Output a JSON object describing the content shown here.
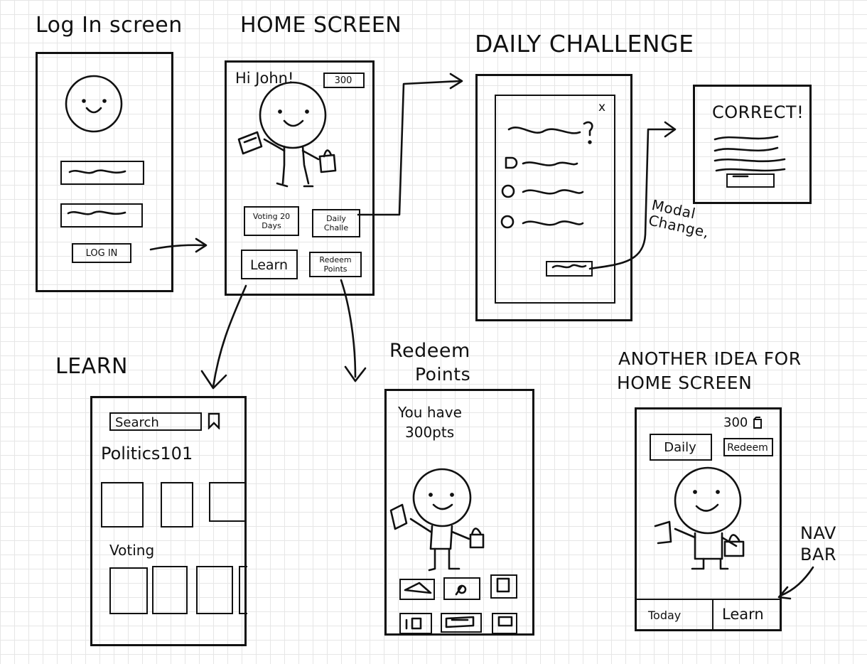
{
  "login": {
    "title": "Log In screen",
    "button": "LOG IN"
  },
  "home": {
    "title": "HOME SCREEN",
    "greeting": "Hi John!",
    "points": "300",
    "tiles": [
      "Voting 20 Days",
      "Daily Challe",
      "Learn",
      "Redeem Points"
    ]
  },
  "daily": {
    "title": "DAILY CHALLENGE",
    "close": "x"
  },
  "correct": {
    "title": "CORRECT!",
    "note": "Modal Change,"
  },
  "learn": {
    "title": "LEARN",
    "search": "Search",
    "section1": "Politics101",
    "section2": "Voting"
  },
  "redeem": {
    "title_line1": "Redeem",
    "title_line2": "Points",
    "points_line1": "You have",
    "points_line2": "300pts"
  },
  "alt": {
    "title_line1": "ANOTHER IDEA FOR",
    "title_line2": "HOME SCREEN",
    "points": "300",
    "buttons": [
      "Daily",
      "Redeem"
    ],
    "nav": [
      "Today",
      "Learn"
    ],
    "navbar_note_line1": "NAV",
    "navbar_note_line2": "BAR"
  }
}
